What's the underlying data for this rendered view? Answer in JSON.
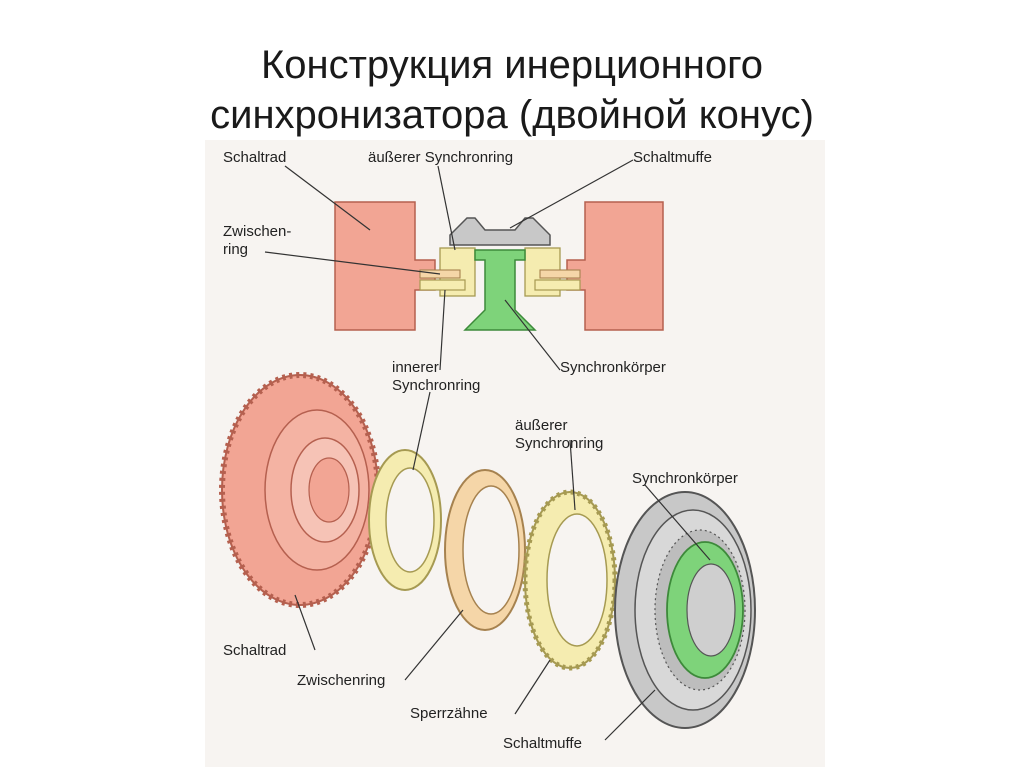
{
  "title": {
    "line1": "Конструкция инерционного",
    "line2": "синхронизатора (двойной конус)"
  },
  "labels": {
    "schaltrad_top": "Schaltrad",
    "aeusserer_top": "äußerer Synchronring",
    "schaltmuffe_top": "Schaltmuffe",
    "zwischen_top_1": "Zwischen-",
    "zwischen_top_2": "ring",
    "innerer_1": "innerer",
    "innerer_2": "Synchronring",
    "synchronkoerper_top": "Synchronkörper",
    "aeusserer_mid_1": "äußerer",
    "aeusserer_mid_2": "Synchronring",
    "synchronkoerper_right": "Synchronkörper",
    "schaltrad_bottom": "Schaltrad",
    "zwischenring_bottom": "Zwischenring",
    "sperrzaehne": "Sperrzähne",
    "schaltmuffe_bottom": "Schaltmuffe"
  },
  "colors": {
    "gear_salmon": "#f2a594",
    "gear_stroke": "#b5604f",
    "ring_yellow": "#f5ecb0",
    "ring_yellow_stroke": "#a69a52",
    "zwischen_beige": "#f5d6a8",
    "hub_green": "#7ed37a",
    "hub_green_stroke": "#3d8a3a",
    "sleeve_grey": "#c8c8c8",
    "sleeve_stroke": "#555555",
    "leader": "#333333"
  }
}
